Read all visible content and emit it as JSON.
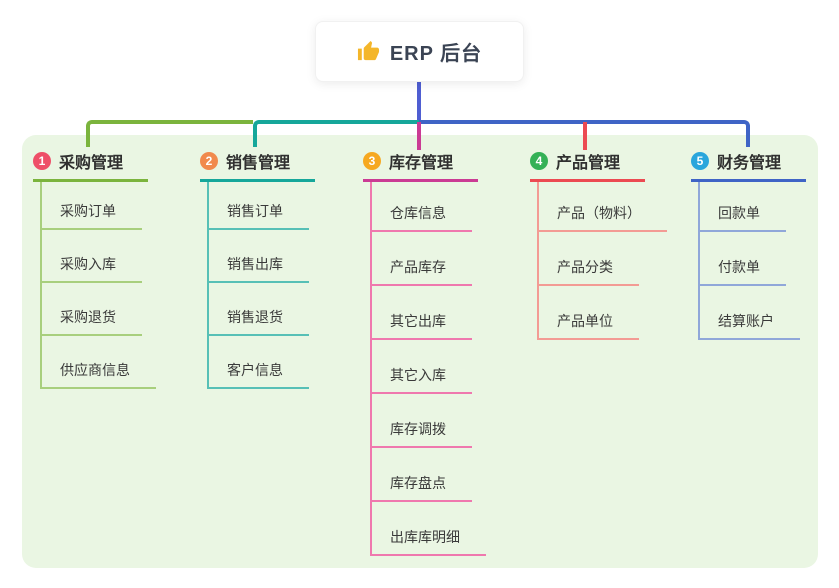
{
  "root": {
    "icon": "thumbs-up-icon",
    "title": "ERP 后台",
    "line_color": "#4f5ed2",
    "icon_color": "#f4b62a"
  },
  "canvas": {
    "panel_color": "#eaf6e3"
  },
  "branches": [
    {
      "index": "1",
      "title": "采购管理",
      "badge_color": "#ee4f68",
      "line_color": "#7bb43d",
      "child_line_color": "#a8cf7d",
      "children": [
        "采购订单",
        "采购入库",
        "采购退货",
        "供应商信息"
      ]
    },
    {
      "index": "2",
      "title": "销售管理",
      "badge_color": "#f18a4d",
      "line_color": "#16a79a",
      "child_line_color": "#57c0b6",
      "children": [
        "销售订单",
        "销售出库",
        "销售退货",
        "客户信息"
      ]
    },
    {
      "index": "3",
      "title": "库存管理",
      "badge_color": "#f6a820",
      "line_color": "#cb3b94",
      "child_line_color": "#ef78ae",
      "children": [
        "仓库信息",
        "产品库存",
        "其它出库",
        "其它入库",
        "库存调拨",
        "库存盘点",
        "出库库明细"
      ]
    },
    {
      "index": "4",
      "title": "产品管理",
      "badge_color": "#34b156",
      "line_color": "#ec4a52",
      "child_line_color": "#f39b94",
      "children": [
        "产品（物料）",
        "产品分类",
        "产品单位"
      ]
    },
    {
      "index": "5",
      "title": "财务管理",
      "badge_color": "#2aa6dc",
      "line_color": "#3f64c6",
      "child_line_color": "#90a7d9",
      "children": [
        "回款单",
        "付款单",
        "结算账户"
      ]
    }
  ]
}
